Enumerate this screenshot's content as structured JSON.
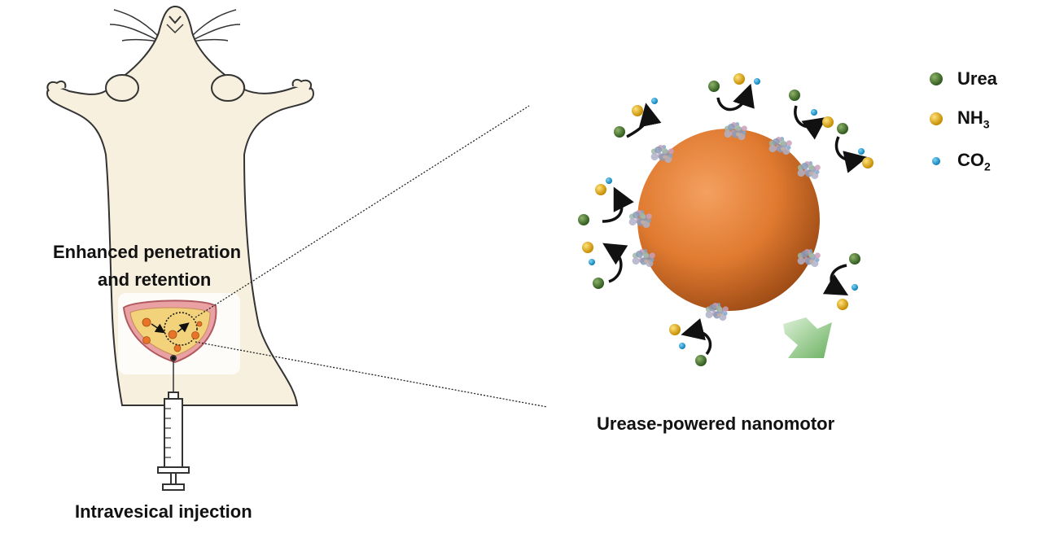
{
  "labels": {
    "enhanced_line1": "Enhanced penetration",
    "enhanced_line2": "and retention",
    "injection": "Intravesical injection",
    "nanomotor": "Urease-powered nanomotor"
  },
  "legend": [
    {
      "name": "Urea",
      "color": "#3f6b2a"
    },
    {
      "name": "NH3",
      "main": "NH",
      "sub": "3",
      "color": "#e3b01a"
    },
    {
      "name": "CO2",
      "main": "CO",
      "sub": "2",
      "color": "#1ea3d8"
    }
  ],
  "colors": {
    "mouse_body": "#f7f0de",
    "mouse_outline": "#333333",
    "bladder_wall": "#d9868a",
    "bladder_fill": "#f2d27a",
    "particle": "#e8742a",
    "sphere": "#e8843a",
    "arrow_green": "#7cbf72"
  },
  "icons": [
    "mouse-illustration",
    "bladder-icon",
    "syringe-icon",
    "nanomotor-sphere",
    "enzyme-cluster-icon",
    "direction-arrow-icon"
  ]
}
